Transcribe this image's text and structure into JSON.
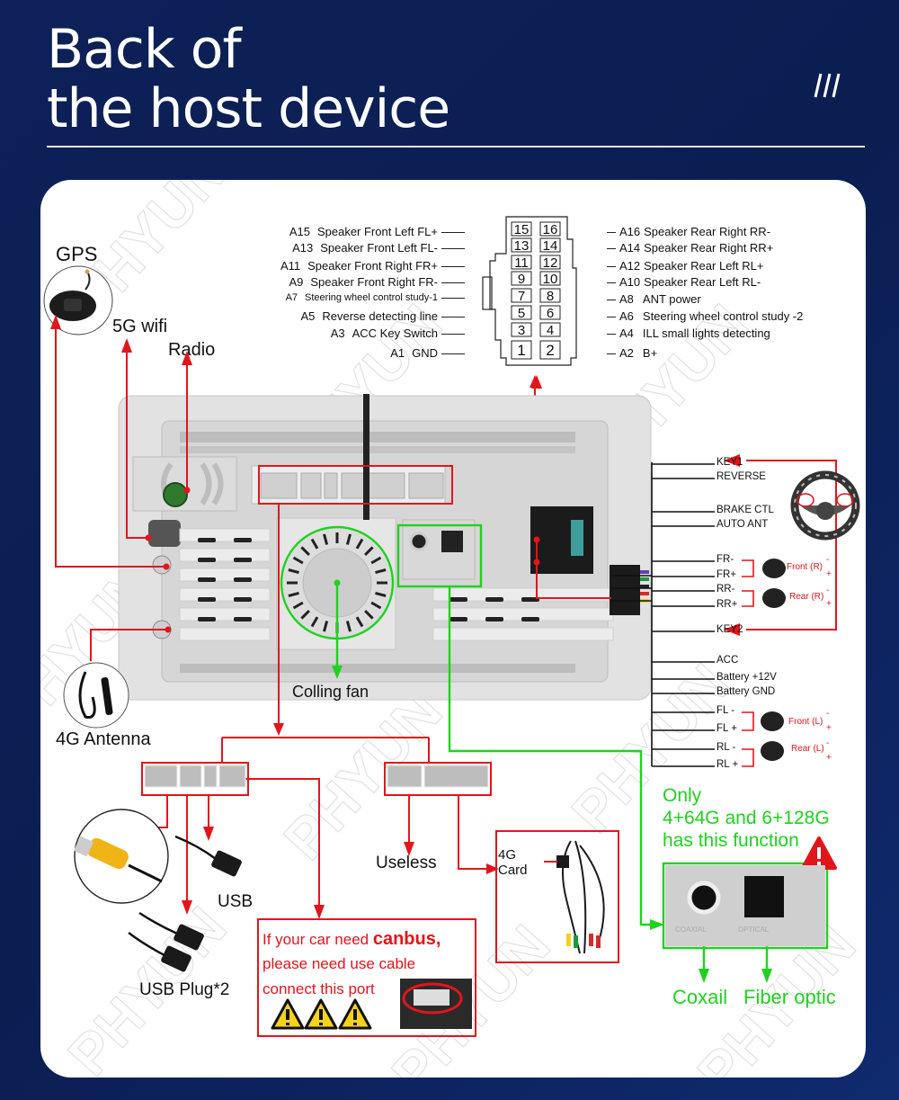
{
  "header": {
    "title_line1": "Back of",
    "title_line2": "the host device",
    "decor": "///"
  },
  "watermark": "PHYUN",
  "colors": {
    "background": "#0d2158",
    "card": "#ffffff",
    "red": "#e4141b",
    "green": "#1fd21f",
    "text": "#111111"
  },
  "pinout": {
    "left": [
      {
        "code": "A15",
        "label": "Speaker Front Left FL+",
        "pin": "15"
      },
      {
        "code": "A13",
        "label": "Speaker Front Left FL-",
        "pin": "13"
      },
      {
        "code": "A11",
        "label": "Speaker Front Right FR+",
        "pin": "11"
      },
      {
        "code": "A9",
        "label": "Speaker Front Right FR-",
        "pin": "9"
      },
      {
        "code": "A7",
        "label": "Steering wheel control study-1",
        "pin": "7"
      },
      {
        "code": "A5",
        "label": "Reverse detecting line",
        "pin": "5"
      },
      {
        "code": "A3",
        "label": "ACC Key Switch",
        "pin": "3"
      },
      {
        "code": "A1",
        "label": "GND",
        "pin": "1"
      }
    ],
    "right": [
      {
        "code": "A16",
        "label": "Speaker Rear Right RR-",
        "pin": "16"
      },
      {
        "code": "A14",
        "label": "Speaker Rear Right RR+",
        "pin": "14"
      },
      {
        "code": "A12",
        "label": "Speaker Rear Left RL+",
        "pin": "12"
      },
      {
        "code": "A10",
        "label": "Speaker Rear Left RL-",
        "pin": "10"
      },
      {
        "code": "A8",
        "label": "ANT power",
        "pin": "8"
      },
      {
        "code": "A6",
        "label": "Steering wheel control study -2",
        "pin": "6"
      },
      {
        "code": "A4",
        "label": "ILL small lights detecting",
        "pin": "4"
      },
      {
        "code": "A2",
        "label": "B+",
        "pin": "2"
      }
    ]
  },
  "antennas": {
    "gps": "GPS",
    "wifi": "5G wifi",
    "radio": "Radio",
    "antenna_4g": "4G Antenna"
  },
  "device": {
    "fan_label": "Colling fan",
    "coaxial_port": "COAXIAL",
    "optical_port": "OPTICAL"
  },
  "harness": {
    "wires": [
      "KEY1",
      "REVERSE",
      "BRAKE CTL",
      "AUTO ANT",
      "FR-",
      "FR+",
      "RR-",
      "RR+",
      "KEY2",
      "ACC",
      "Battery +12V",
      "Battery GND",
      "FL -",
      "FL +",
      "RL -",
      "RL +"
    ],
    "speakers": [
      {
        "label": "Front (R)"
      },
      {
        "label": "Rear (R)"
      },
      {
        "label": "Front (L)"
      },
      {
        "label": "Rear (L)"
      }
    ],
    "polarity_minus": "-",
    "polarity_plus": "+"
  },
  "lower": {
    "usb": "USB",
    "usb_plug": "USB Plug*2",
    "useless": "Useless",
    "card_4g_line1": "4G",
    "card_4g_line2": "Card",
    "canbus_line1_a": "If your car need ",
    "canbus_line1_b": "canbus,",
    "canbus_line2": "please need use cable",
    "canbus_line3": "connect this port"
  },
  "optical": {
    "note_line1": "Only",
    "note_line2": "4+64G and 6+128G",
    "note_line3": "has this function",
    "coaxial_label": "Coxail",
    "fiber_label": "Fiber optic"
  }
}
